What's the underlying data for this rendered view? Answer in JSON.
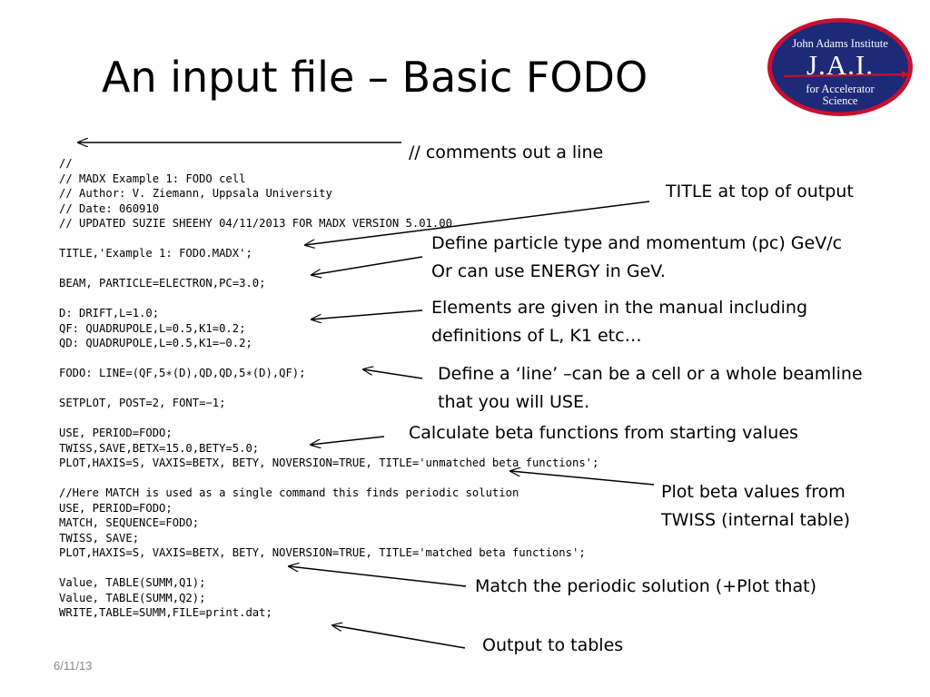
{
  "slide": {
    "title": "An input file – Basic FODO",
    "date": "6/11/13"
  },
  "logo": {
    "line1": "John Adams Institute",
    "letters": "J.A.I.",
    "line2": "for Accelerator",
    "line3": "Science"
  },
  "code_lines": [
    "//",
    "// MADX Example 1: FODO cell",
    "// Author: V. Ziemann, Uppsala University",
    "// Date: 060910",
    "// UPDATED SUZIE SHEEHY 04/11/2013 FOR MADX VERSION 5.01.00",
    "",
    "TITLE,'Example 1: FODO.MADX';",
    "",
    "BEAM, PARTICLE=ELECTRON,PC=3.0;",
    "",
    "D: DRIFT,L=1.0;",
    "QF: QUADRUPOLE,L=0.5,K1=0.2;",
    "QD: QUADRUPOLE,L=0.5,K1=−0.2;",
    "",
    "FODO: LINE=(QF,5∗(D),QD,QD,5∗(D),QF);",
    "",
    "SETPLOT, POST=2, FONT=−1;",
    "",
    "USE, PERIOD=FODO;",
    "TWISS,SAVE,BETX=15.0,BETY=5.0;",
    "PLOT,HAXIS=S, VAXIS=BETX, BETY, NOVERSION=TRUE, TITLE='unmatched beta functions';",
    "",
    "//Here MATCH is used as a single command this finds periodic solution",
    "USE, PERIOD=FODO;",
    "MATCH, SEQUENCE=FODO;",
    "TWISS, SAVE;",
    "PLOT,HAXIS=S, VAXIS=BETX, BETY, NOVERSION=TRUE, TITLE='matched beta functions';",
    "",
    "Value, TABLE(SUMM,Q1);",
    "Value, TABLE(SUMM,Q2);",
    "WRITE,TABLE=SUMM,FILE=print.dat;"
  ],
  "annotations": {
    "comments": "// comments out a line",
    "title": "TITLE at top of output",
    "beam_1": "Define particle type and momentum (pc) GeV/c",
    "beam_2": "Or can use ENERGY in GeV.",
    "elements_1": "Elements are given in the manual including",
    "elements_2": "definitions of L, K1 etc…",
    "line_1": "Define a ‘line’ –can be a cell or a whole beamline",
    "line_2": "that you will USE.",
    "beta": "Calculate beta functions from starting values",
    "plot_1": "Plot beta values from",
    "plot_2": "TWISS (internal table)",
    "match": "Match the periodic solution (+Plot that)",
    "output": "Output to tables"
  },
  "colors": {
    "logo_navy": "#1c2a78",
    "logo_red": "#c8102e",
    "footer_grey": "#8a8a8a"
  }
}
